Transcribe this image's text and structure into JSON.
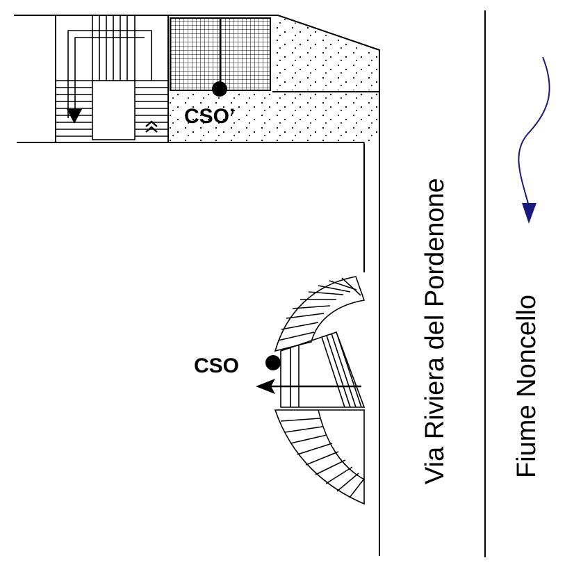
{
  "labels": {
    "street": "Via Riviera del Pordenone",
    "river": "Fiume Noncello",
    "cso": "CSO",
    "cso_prime": "CSO’"
  },
  "colors": {
    "line": "#000000",
    "flow_arrow": "#1a1a7a",
    "background": "#ffffff"
  }
}
